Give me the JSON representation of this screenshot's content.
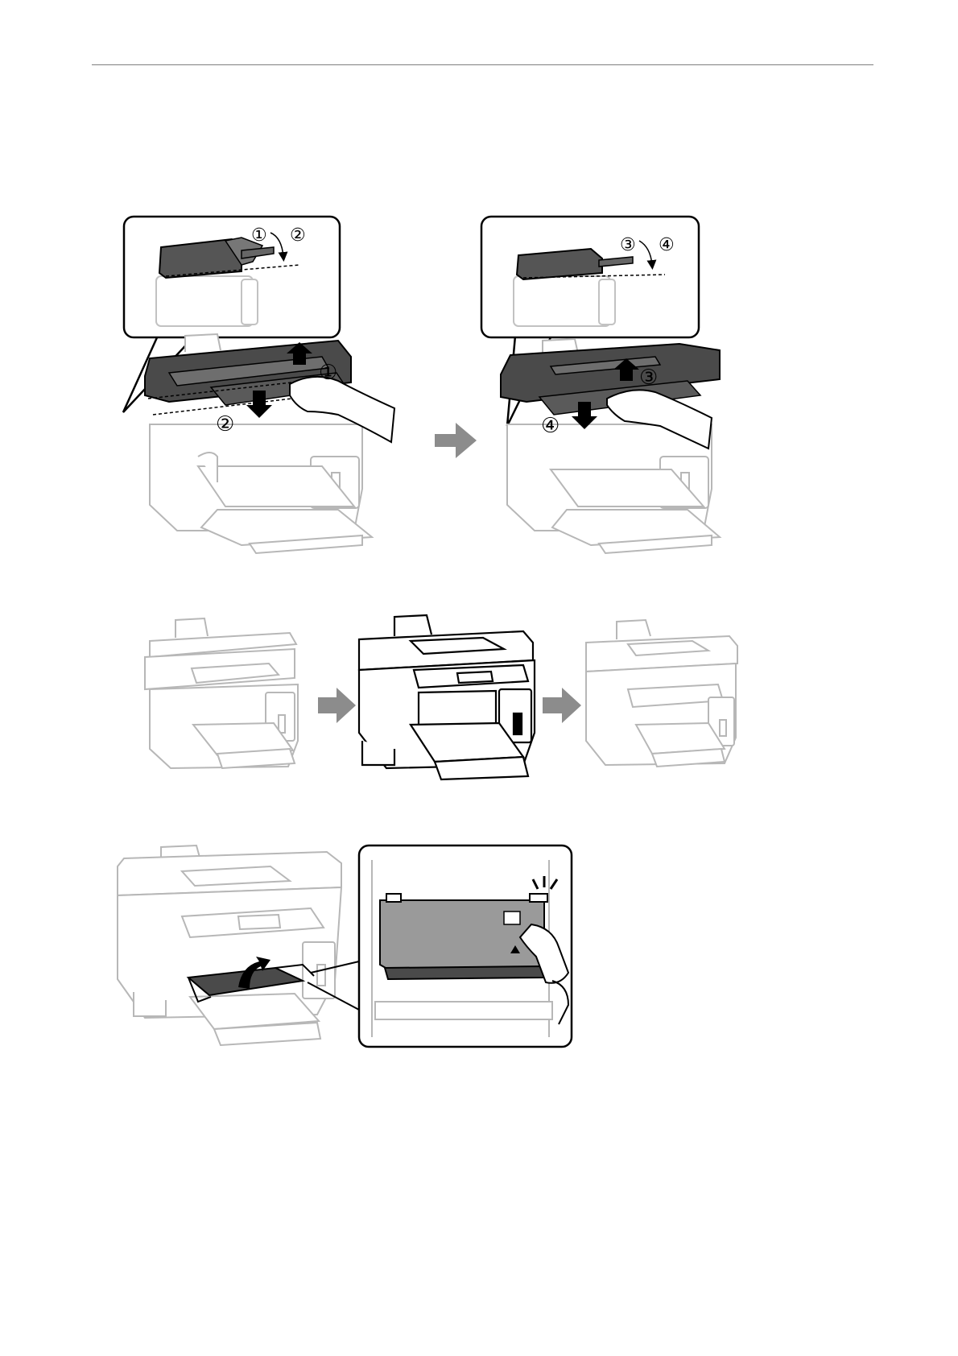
{
  "header": {
    "rule": true
  },
  "figures": [
    {
      "id": "fig1-left",
      "callout_steps": [
        "①",
        "②"
      ],
      "main_steps": [
        "①",
        "②"
      ],
      "icons": [
        "arrow-up-icon",
        "arrow-down-icon",
        "curved-arrow-icon"
      ]
    },
    {
      "id": "fig1-right",
      "callout_steps": [
        "③",
        "④"
      ],
      "main_steps": [
        "③",
        "④"
      ],
      "icons": [
        "arrow-up-icon",
        "arrow-down-icon",
        "curved-arrow-icon"
      ]
    },
    {
      "id": "fig2-sequence",
      "printer_states": 3,
      "icons": [
        "arrow-right-icon"
      ]
    },
    {
      "id": "fig3-rear-cover",
      "icons": [
        "curved-arrow-up-icon",
        "click-sound-icon",
        "triangle-mark-icon"
      ]
    }
  ],
  "colors": {
    "outline": "#000000",
    "light_outline": "#b7b7b7",
    "dark_fill": "#4a4a4a",
    "mid_fill": "#9a9a9a",
    "arrow_gray": "#8c8c8c"
  }
}
